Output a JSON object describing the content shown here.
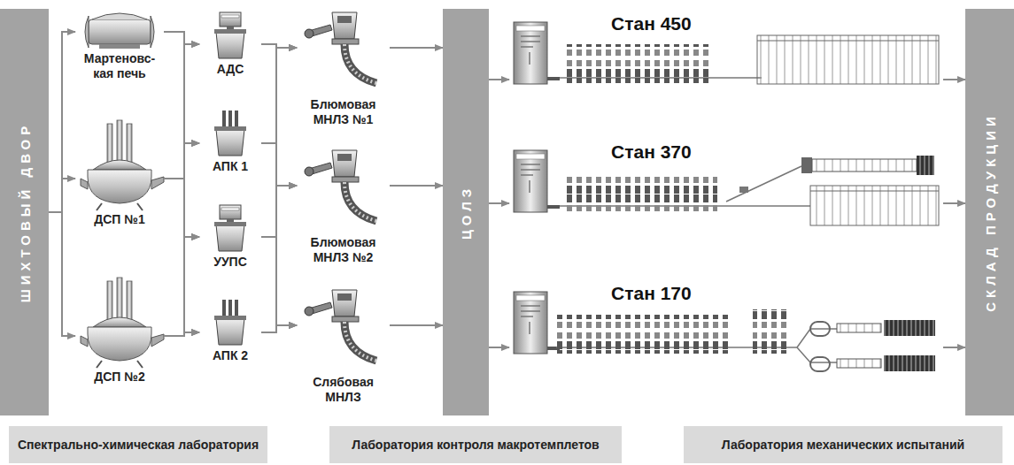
{
  "diagram": {
    "nodes": [
      {
        "text": [
          "ШИХТОВЫЙ ДВОР"
        ]
      },
      {
        "text": [
          "Мартеновс- кая печь"
        ]
      },
      {
        "text": [
          "ДСП №1"
        ]
      },
      {
        "text": [
          "ДСП №2"
        ]
      },
      {
        "text": [
          "АДС"
        ]
      },
      {
        "text": [
          "АПК 1"
        ]
      },
      {
        "text": [
          "УУПС"
        ]
      },
      {
        "text": [
          "АПК 2"
        ]
      },
      {
        "text": [
          "Блюмовая МНЛЗ №1"
        ]
      },
      {
        "text": [
          "Блюмовая МНЛЗ №2"
        ]
      },
      {
        "text": [
          "Слябовая МНЛЗ"
        ]
      },
      {
        "text": [
          "ЦОЛЗ"
        ]
      },
      {
        "text": [
          "Стан 450"
        ]
      },
      {
        "text": [
          "Стан 370"
        ]
      },
      {
        "text": [
          "Стан 170"
        ]
      },
      {
        "text": [
          "СКЛАД ПРОДУКЦИИ"
        ]
      },
      {
        "text": [
          "Спектрально-химическая лаборатория"
        ]
      },
      {
        "text": [
          "Лаборатория контроля макротемплетов"
        ]
      },
      {
        "text": [
          "Лаборатория механических испытаний"
        ]
      }
    ],
    "edges": [
      {
        "from": 0,
        "to": 1,
        "arrow": "to"
      },
      {
        "from": 0,
        "to": 2,
        "arrow": "to"
      },
      {
        "from": 0,
        "to": 3,
        "arrow": "to"
      },
      {
        "from": 1,
        "to": 4,
        "arrow": "to"
      },
      {
        "from": 1,
        "to": 5,
        "arrow": "to"
      },
      {
        "from": 1,
        "to": 6,
        "arrow": "to"
      },
      {
        "from": 1,
        "to": 7,
        "arrow": "to"
      },
      {
        "from": 2,
        "to": 4,
        "arrow": "to"
      },
      {
        "from": 2,
        "to": 5,
        "arrow": "to"
      },
      {
        "from": 2,
        "to": 6,
        "arrow": "to"
      },
      {
        "from": 2,
        "to": 7,
        "arrow": "to"
      },
      {
        "from": 3,
        "to": 4,
        "arrow": "to"
      },
      {
        "from": 3,
        "to": 5,
        "arrow": "to"
      },
      {
        "from": 3,
        "to": 6,
        "arrow": "to"
      },
      {
        "from": 3,
        "to": 7,
        "arrow": "to"
      },
      {
        "from": 4,
        "to": 8,
        "arrow": "to"
      },
      {
        "from": 4,
        "to": 9,
        "arrow": "to"
      },
      {
        "from": 4,
        "to": 10,
        "arrow": "to"
      },
      {
        "from": 5,
        "to": 8,
        "arrow": "to"
      },
      {
        "from": 5,
        "to": 9,
        "arrow": "to"
      },
      {
        "from": 5,
        "to": 10,
        "arrow": "to"
      },
      {
        "from": 6,
        "to": 8,
        "arrow": "to"
      },
      {
        "from": 6,
        "to": 9,
        "arrow": "to"
      },
      {
        "from": 6,
        "to": 10,
        "arrow": "to"
      },
      {
        "from": 7,
        "to": 8,
        "arrow": "to"
      },
      {
        "from": 7,
        "to": 9,
        "arrow": "to"
      },
      {
        "from": 7,
        "to": 10,
        "arrow": "to"
      },
      {
        "from": 8,
        "to": 11,
        "arrow": "to"
      },
      {
        "from": 9,
        "to": 11,
        "arrow": "to"
      },
      {
        "from": 10,
        "to": 11,
        "arrow": "to"
      },
      {
        "from": 11,
        "to": 12,
        "arrow": "to"
      },
      {
        "from": 11,
        "to": 13,
        "arrow": "to"
      },
      {
        "from": 11,
        "to": 14,
        "arrow": "to"
      },
      {
        "from": 12,
        "to": 15,
        "arrow": "to"
      },
      {
        "from": 13,
        "to": 15,
        "arrow": "to"
      },
      {
        "from": 14,
        "to": 15,
        "arrow": "to"
      }
    ]
  }
}
